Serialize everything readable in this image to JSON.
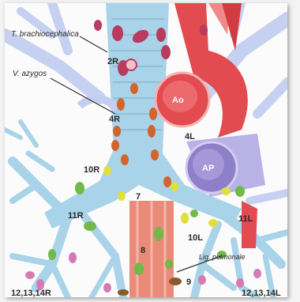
{
  "labels": {
    "brachiocephalic": "T. brachiocephalica",
    "azygos": "V. azygos",
    "lig_pulmonale": "Lig. pulmonale",
    "aorta": "Ao",
    "pulmonary_artery": "AP",
    "station_2R": "2R",
    "station_4R": "4R",
    "station_4L": "4L",
    "station_7": "7",
    "station_8": "8",
    "station_9": "9",
    "station_10R": "10R",
    "station_10L": "10L",
    "station_11R": "11R",
    "station_11L": "11L",
    "station_12_14R": "12,13,14R",
    "station_12_14L": "12,13,14L"
  },
  "colors": {
    "airway": "#a9d3e8",
    "vessel_blue": "#b9c7ee",
    "aorta": "#e24b4f",
    "pulmonary_artery": "#8e7fc9",
    "esophagus": "#ea8a79",
    "node_crimson": "#b93b5e",
    "node_orange": "#d2652b",
    "node_green": "#72b84a",
    "node_yellow": "#e0df3e",
    "node_pink": "#d67ab3"
  }
}
